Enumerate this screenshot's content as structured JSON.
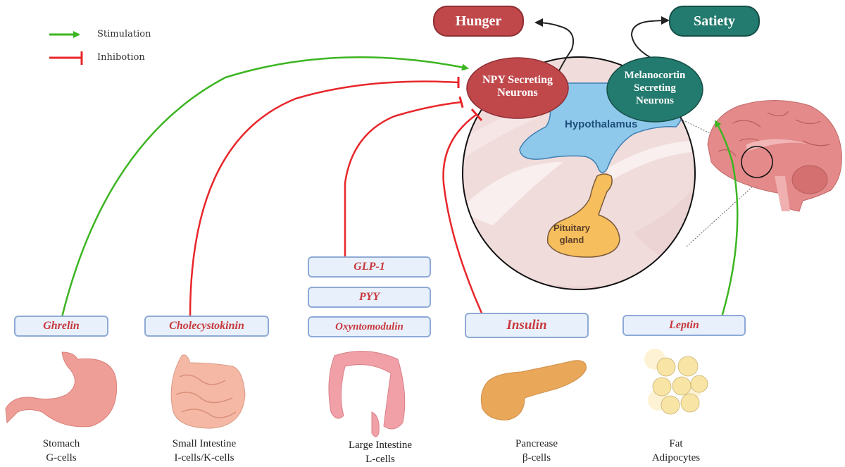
{
  "legend": {
    "stimulation": {
      "label": "Stimulation",
      "color": "#3cb521"
    },
    "inhibition": {
      "label": "Inhibotion",
      "color": "#e8262a"
    }
  },
  "outcomes": {
    "hunger": {
      "label": "Hunger",
      "color": "#c0484b"
    },
    "satiety": {
      "label": "Satiety",
      "color": "#237a6e"
    }
  },
  "neurons": {
    "npy": {
      "line1": "NPY Secreting",
      "line2": "Neurons",
      "color": "#c0484b"
    },
    "melanocortin": {
      "line1": "Melanocortin",
      "line2": "Secreting",
      "line3": "Neurons",
      "color": "#237a6e"
    }
  },
  "brain_regions": {
    "hypothalamus": "Hypothalamus",
    "pituitary_line1": "Pituitary",
    "pituitary_line2": "gland"
  },
  "hormones": [
    {
      "label": "Ghrelin",
      "effect": "stimulation",
      "target": "npy"
    },
    {
      "label": "Cholecystokinin",
      "effect": "inhibition",
      "target": "npy"
    },
    {
      "label": "GLP-1",
      "effect": "inhibition",
      "target": "npy"
    },
    {
      "label": "PYY",
      "effect": "inhibition",
      "target": "npy"
    },
    {
      "label": "Oxyntomodulin",
      "effect": "inhibition",
      "target": "npy"
    },
    {
      "label": "Insulin",
      "effect": "inhibition",
      "target": "npy"
    },
    {
      "label": "Leptin",
      "effect": "stimulation",
      "target": "melanocortin"
    }
  ],
  "organs": [
    {
      "name": "Stomach",
      "cells": "G-cells"
    },
    {
      "name": "Small Intestine",
      "cells": "I-cells/K-cells"
    },
    {
      "name": "Large Intestine",
      "cells": "L-cells"
    },
    {
      "name": "Pancrease",
      "cells": "β-cells"
    },
    {
      "name": "Fat",
      "cells": "Adipocytes"
    }
  ]
}
